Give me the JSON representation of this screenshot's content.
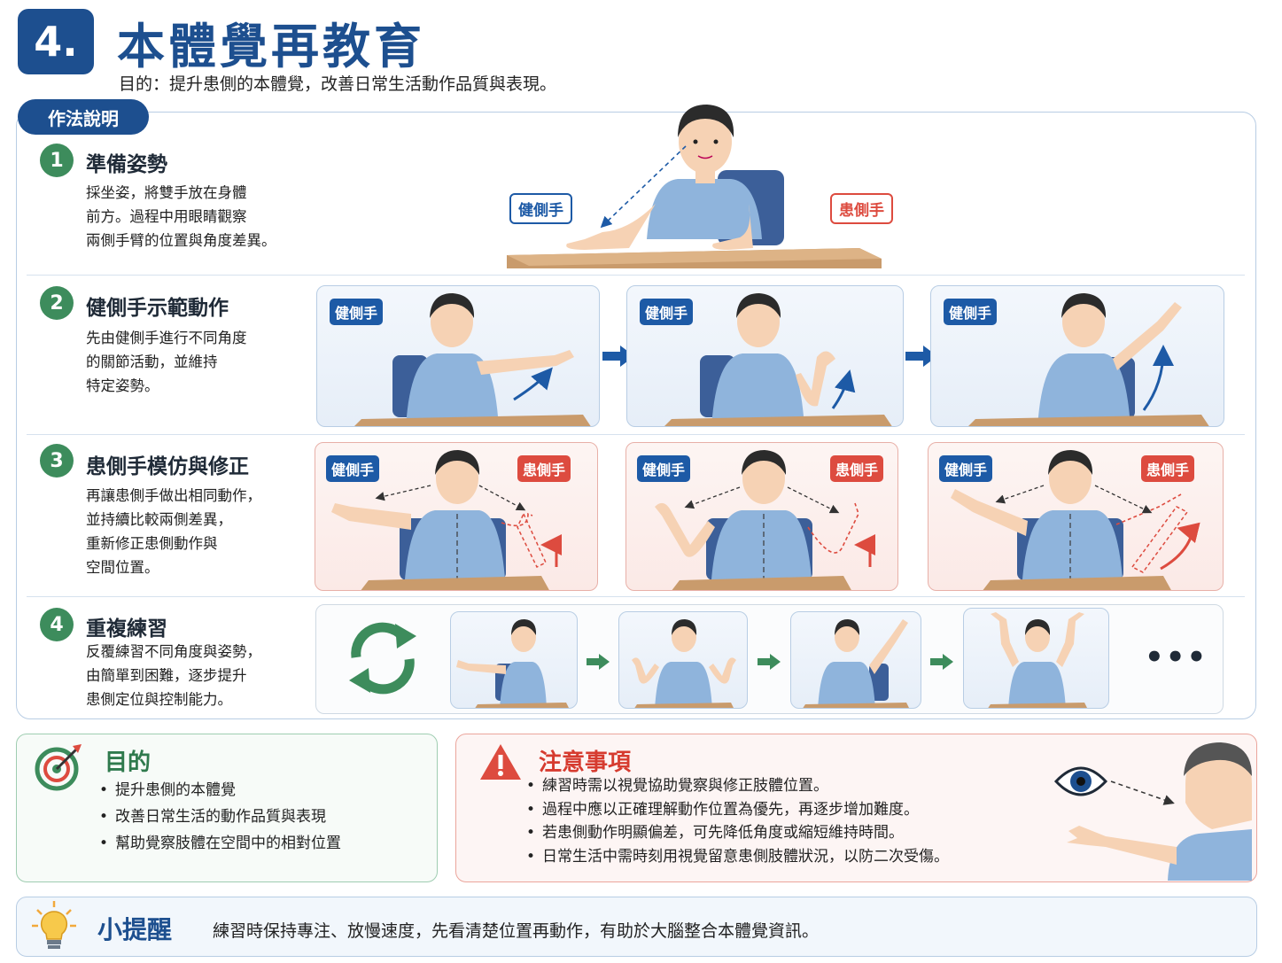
{
  "header": {
    "number": "4.",
    "title": "本體覺再教育",
    "subtitle": "目的：提升患側的本體覺，改善日常生活動作品質與表現。"
  },
  "method": {
    "tag": "作法說明",
    "steps": [
      {
        "number": "1",
        "title": "準備姿勢",
        "desc": [
          "採坐姿，將雙手放在身體",
          "前方。過程中用眼睛觀察",
          "兩側手臂的位置與角度差異。"
        ]
      },
      {
        "number": "2",
        "title": "健側手示範動作",
        "desc": [
          "先由健側手進行不同角度",
          "的關節活動，並維持",
          "特定姿勢。"
        ]
      },
      {
        "number": "3",
        "title": "患側手模仿與修正",
        "desc": [
          "再讓患側手做出相同動作，",
          "並持續比較兩側差異，",
          "重新修正患側動作與",
          "空間位置。"
        ]
      },
      {
        "number": "4",
        "title": "重複練習",
        "desc": [
          "反覆練習不同角度與姿勢，",
          "由簡單到困難，逐步提升",
          "患側定位與控制能力。"
        ]
      }
    ],
    "labels": {
      "healthy": "健側手",
      "affected": "患側手"
    },
    "ellipsis": "•••"
  },
  "goal": {
    "title": "目的",
    "items": [
      "提升患側的本體覺",
      "改善日常生活的動作品質與表現",
      "幫助覺察肢體在空間中的相對位置"
    ]
  },
  "caution": {
    "title": "注意事項",
    "items": [
      "練習時需以視覺協助覺察與修正肢體位置。",
      "過程中應以正確理解動作位置為優先，再逐步增加難度。",
      "若患側動作明顯偏差，可先降低角度或縮短維持時間。",
      "日常生活中需時刻用視覺留意患側肢體狀況，以防二次受傷。"
    ]
  },
  "tip": {
    "title": "小提醒",
    "text": "練習時保持專注、放慢速度，先看清楚位置再動作，有助於大腦整合本體覺資訊。"
  },
  "colors": {
    "primary": "#1d4f8f",
    "green": "#3d8c5c",
    "red": "#dd4b3f",
    "skin": "#f6d2b4",
    "shirt": "#8fb4dc"
  }
}
